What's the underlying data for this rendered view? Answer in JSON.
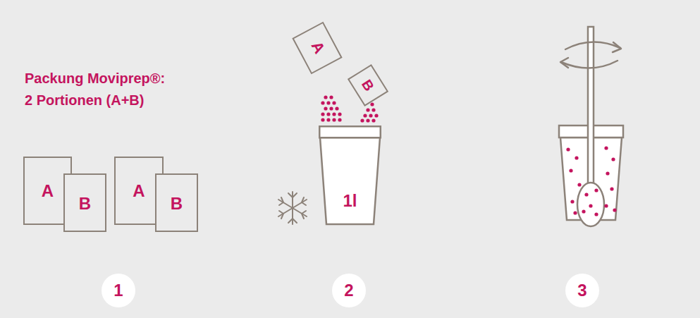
{
  "diagram": {
    "nodes": [
      {
        "text": [
          "A"
        ]
      },
      {
        "text": [
          "B"
        ]
      },
      {
        "text": [
          "A"
        ]
      },
      {
        "text": [
          "B"
        ]
      },
      {
        "text": [
          "1"
        ]
      },
      {
        "text": [
          "A"
        ]
      },
      {
        "text": [
          "B"
        ]
      },
      {
        "text": [
          "1l"
        ]
      },
      {
        "text": [
          "2"
        ]
      },
      {
        "text": [
          "3"
        ]
      }
    ],
    "labels": [
      "Packung Moviprep®: 2 Portionen (A+B)"
    ]
  }
}
